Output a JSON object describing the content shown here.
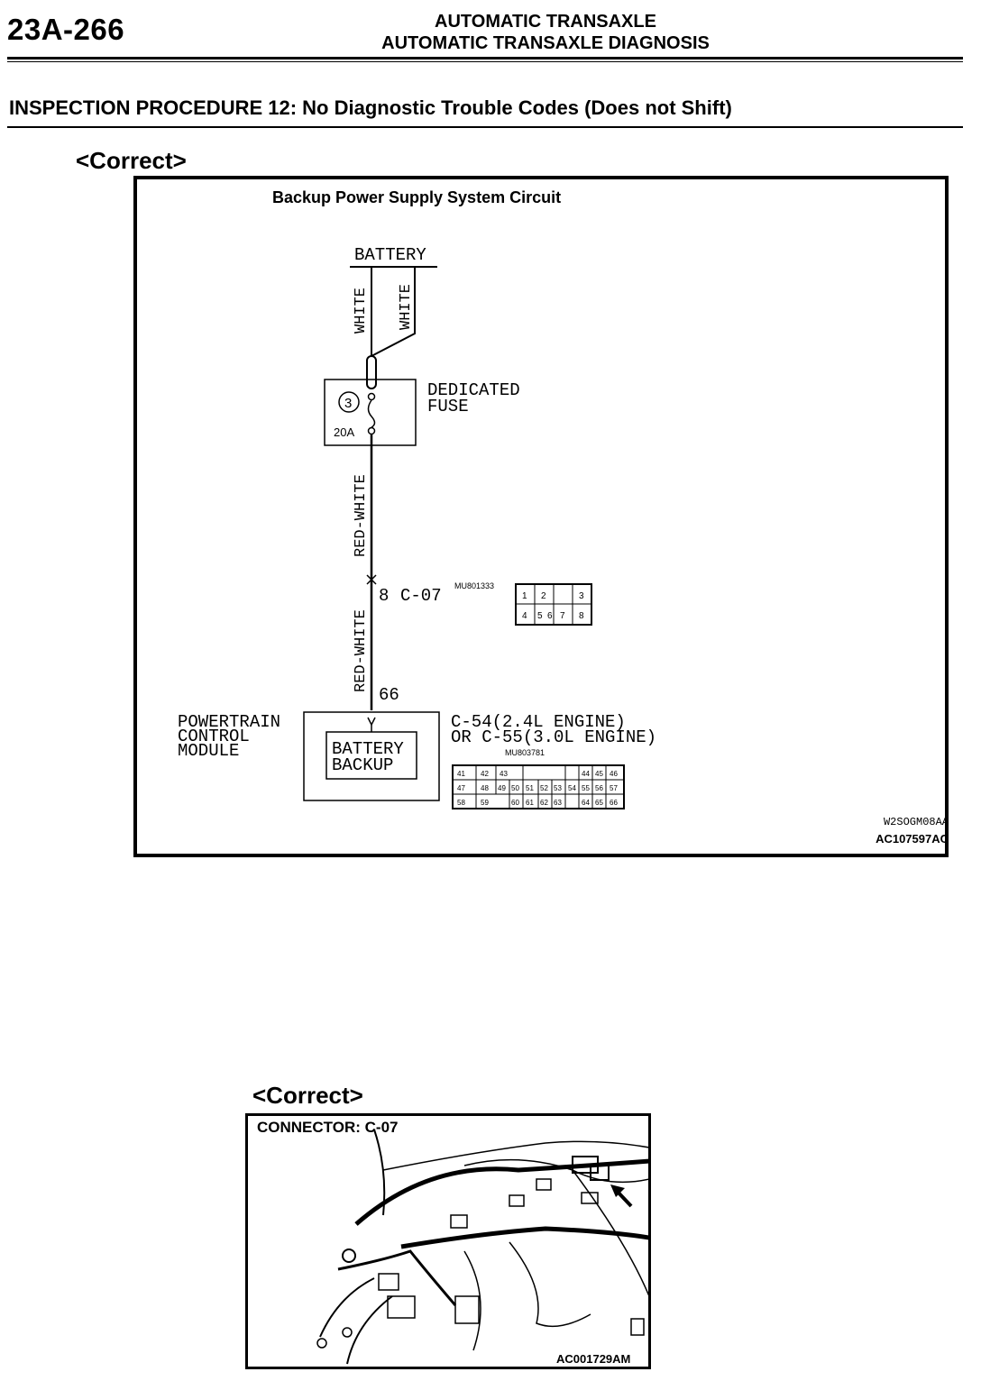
{
  "header": {
    "page_number": "23A-266",
    "title_line1": "AUTOMATIC TRANSAXLE",
    "title_line2": "AUTOMATIC TRANSAXLE DIAGNOSIS"
  },
  "procedure_title": "INSPECTION PROCEDURE 12: No Diagnostic Trouble Codes (Does not Shift)",
  "figure1": {
    "label": "<Correct>",
    "title": "Backup Power Supply System Circuit",
    "battery": "BATTERY",
    "wire_white_left": "WHITE",
    "wire_white_right": "WHITE",
    "fuse_number": "3",
    "fuse_rating": "20A",
    "fuse_label_1": "DEDICATED",
    "fuse_label_2": "FUSE",
    "wire_red_white_1": "RED-WHITE",
    "wire_red_white_2": "RED-WHITE",
    "connector_pin": "8",
    "connector_name": "C-07",
    "connector_part": "MU801333",
    "connector_c07_pins": [
      "1",
      "2",
      "3",
      "4",
      "5",
      "6",
      "7",
      "8"
    ],
    "pcm_pin": "66",
    "pcm_label_1": "POWERTRAIN",
    "pcm_label_2": "CONTROL",
    "pcm_label_3": "MODULE",
    "pcm_inner_1": "BATTERY",
    "pcm_inner_2": "BACKUP",
    "pcm_conn_1": "C-54(2.4L ENGINE)",
    "pcm_conn_2": "OR C-55(3.0L ENGINE)",
    "pcm_conn_part": "MU803781",
    "pcm_pins_row1": [
      "41",
      "42",
      "43",
      "44",
      "45",
      "46"
    ],
    "pcm_pins_row2": [
      "47",
      "48",
      "49",
      "50",
      "51",
      "52",
      "53",
      "54",
      "55",
      "56",
      "57"
    ],
    "pcm_pins_row3": [
      "58",
      "59",
      "60",
      "61",
      "62",
      "63",
      "64",
      "65",
      "66"
    ],
    "code_1": "W2SOGM08AA",
    "code_2": "AC107597AC"
  },
  "figure2": {
    "label": "<Correct>",
    "connector_label": "CONNECTOR: C-07",
    "code": "AC001729AM"
  }
}
